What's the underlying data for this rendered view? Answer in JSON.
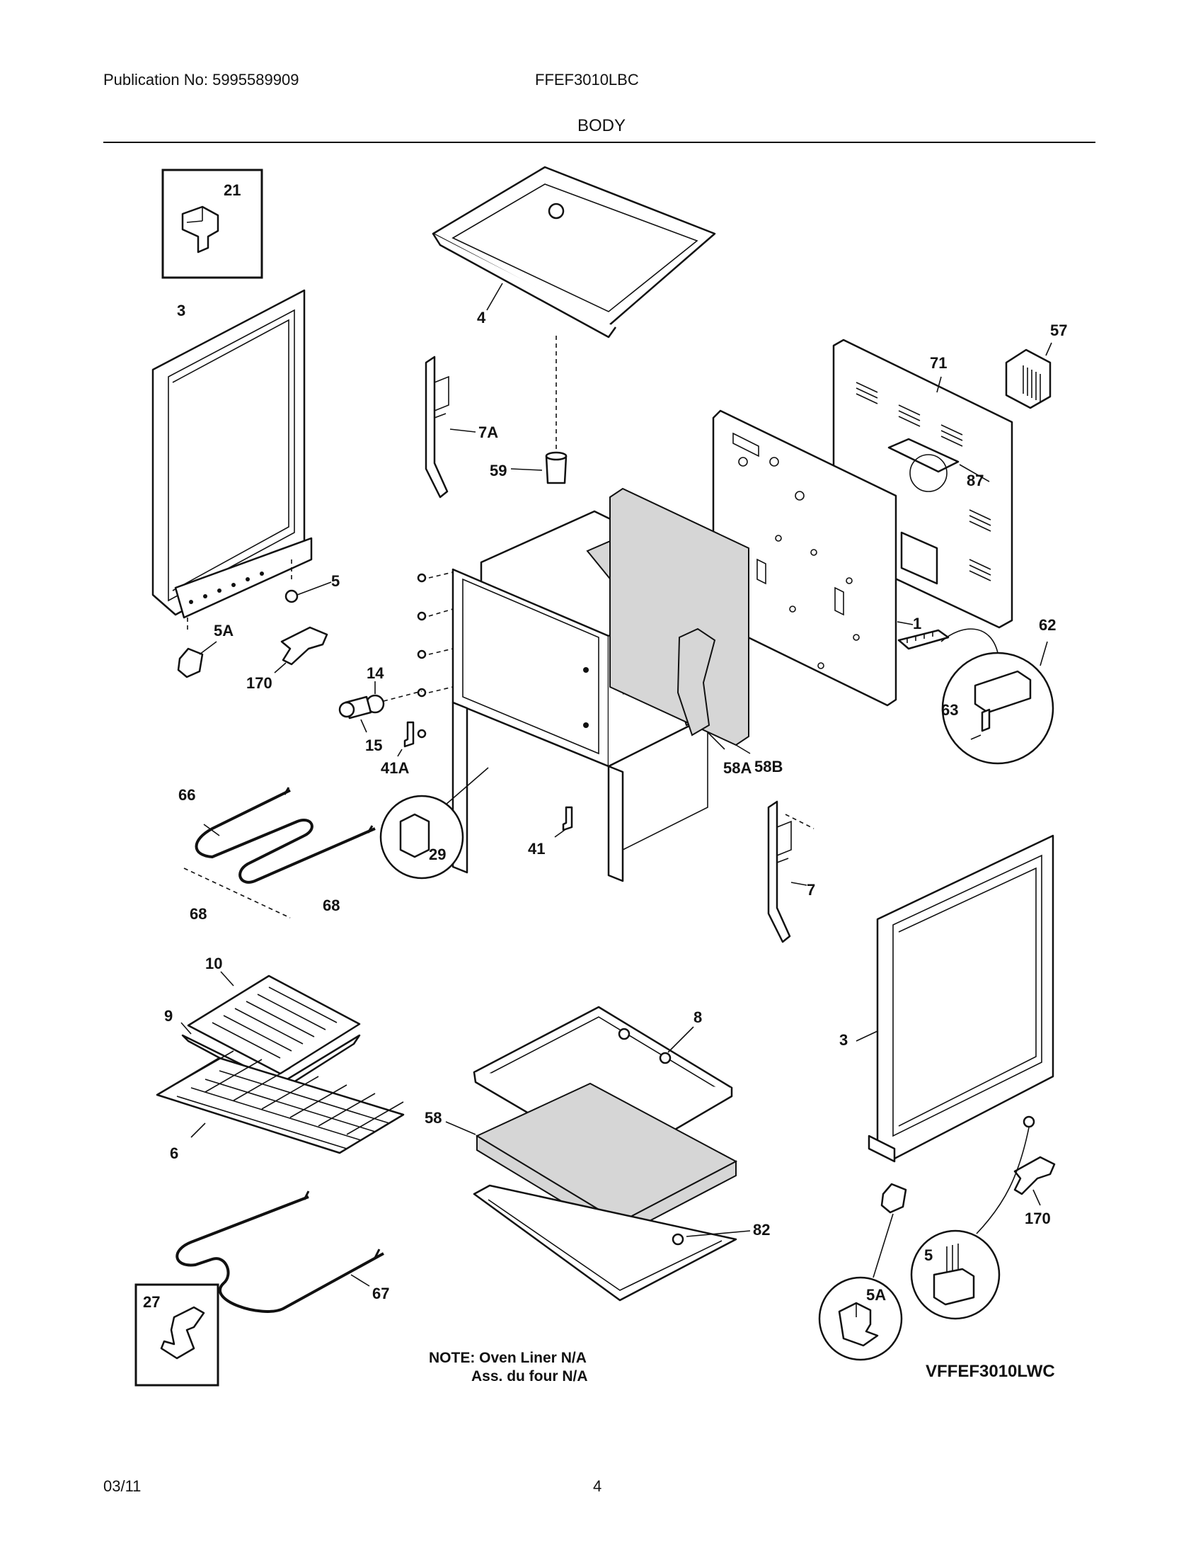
{
  "header": {
    "publication": "Publication No: 5995589909",
    "model": "FFEF3010LBC",
    "section": "BODY"
  },
  "footer": {
    "date": "03/11",
    "page": "4"
  },
  "callouts": {
    "c21": "21",
    "c3a": "3",
    "c4": "4",
    "c57": "57",
    "c71": "71",
    "c7a": "7A",
    "c59": "59",
    "c87": "87",
    "c5a": "5",
    "c5aa": "5A",
    "c170a": "170",
    "c14": "14",
    "c15": "15",
    "c41a": "41A",
    "c1": "1",
    "c62": "62",
    "c63": "63",
    "c58a": "58A",
    "c58b": "58B",
    "c66": "66",
    "c29": "29",
    "c41": "41",
    "c7": "7",
    "c68a": "68",
    "c68b": "68",
    "c10": "10",
    "c9": "9",
    "c8": "8",
    "c3b": "3",
    "c6": "6",
    "c58": "58",
    "c82": "82",
    "c170b": "170",
    "c5b": "5",
    "c5ab": "5A",
    "c67": "67",
    "c27": "27"
  },
  "note": {
    "line1": "NOTE: Oven Liner N/A",
    "line2": "Ass. du four N/A"
  },
  "variant_model": "VFFEF3010LWC"
}
